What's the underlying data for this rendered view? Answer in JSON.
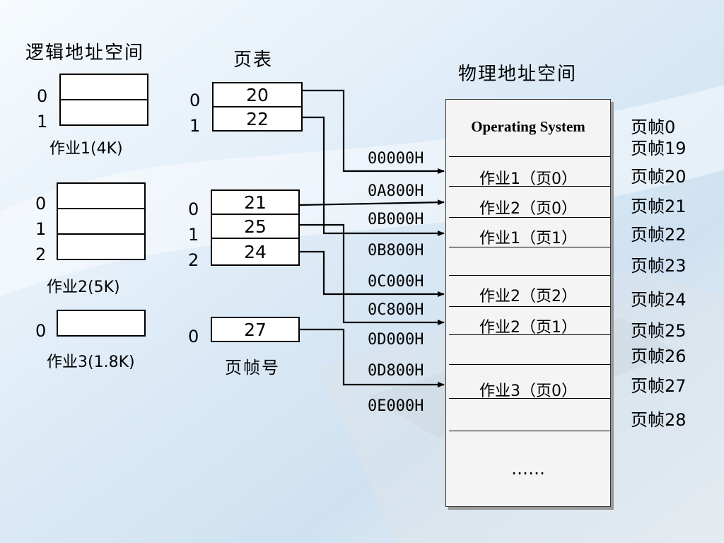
{
  "logical": {
    "title": "逻辑地址空间",
    "job1": {
      "name": "作业1(4K)",
      "indices": [
        "0",
        "1"
      ]
    },
    "job2": {
      "name": "作业2(5K)",
      "indices": [
        "0",
        "1",
        "2"
      ]
    },
    "job3": {
      "name": "作业3(1.8K)",
      "indices": [
        "0"
      ]
    }
  },
  "page_table": {
    "title": "页表",
    "footer": "页帧号",
    "job1": {
      "indices": [
        "0",
        "1"
      ],
      "frames": [
        "20",
        "22"
      ]
    },
    "job2": {
      "indices": [
        "0",
        "1",
        "2"
      ],
      "frames": [
        "21",
        "25",
        "24"
      ]
    },
    "job3": {
      "indices": [
        "0"
      ],
      "frames": [
        "27"
      ]
    }
  },
  "physical": {
    "title": "物理地址空间",
    "os_label": "Operating System",
    "rows": [
      "作业1（页0）",
      "作业2（页0）",
      "作业1（页1）",
      "作业2（页2）",
      "作业2（页1）",
      "作业3（页0）"
    ],
    "ellipsis": "……",
    "addresses": [
      "00000H",
      "0A800H",
      "0B000H",
      "0B800H",
      "0C000H",
      "0C800H",
      "0D000H",
      "0D800H",
      "0E000H"
    ],
    "frame_labels": [
      "页帧0",
      "页帧19",
      "页帧20",
      "页帧21",
      "页帧22",
      "页帧23",
      "页帧24",
      "页帧25",
      "页帧26",
      "页帧27",
      "页帧28"
    ]
  }
}
